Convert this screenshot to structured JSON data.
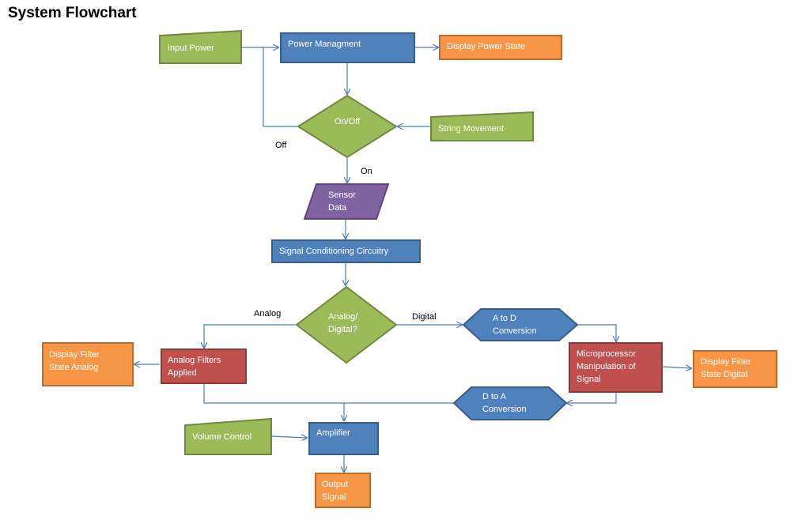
{
  "title": "System Flowchart",
  "colors": {
    "green": "#9bbb59",
    "green_border": "#71893f",
    "blue": "#4f81bd",
    "blue_border": "#385d8a",
    "orange": "#f79646",
    "orange_border": "#b66d31",
    "red": "#c0504d",
    "red_border": "#8c3836",
    "purple": "#8064a2",
    "purple_border": "#5c4776",
    "connector": "#4a7ebb"
  },
  "nodes": {
    "input_power": "Input Power",
    "power_management": "Power Managment",
    "display_power_state": "Display Power State",
    "on_off": "On/Off",
    "string_movement": "String Movement",
    "sensor_data": [
      "Sensor",
      "Data"
    ],
    "signal_conditioning": "Signal Conditioning Circuitry",
    "analog_digital": [
      "Analog/",
      "Digital?"
    ],
    "a_to_d": [
      "A to D",
      "Conversion"
    ],
    "display_filter_analog": [
      "Display Filter",
      "State Analog"
    ],
    "analog_filters": [
      "Analog Filters",
      "Applied"
    ],
    "microprocessor": [
      "Microprocessor",
      "Manipulation of",
      "Signal"
    ],
    "display_filter_digital": [
      "Display Filter",
      "State Digital"
    ],
    "d_to_a": [
      "D to A",
      "Conversion"
    ],
    "volume_control": "Volume Control",
    "amplifier": "Amplifier",
    "output_signal": [
      "Output",
      "Signal"
    ]
  },
  "edge_labels": {
    "off": "Off",
    "on": "On",
    "analog": "Analog",
    "digital": "Digital"
  }
}
